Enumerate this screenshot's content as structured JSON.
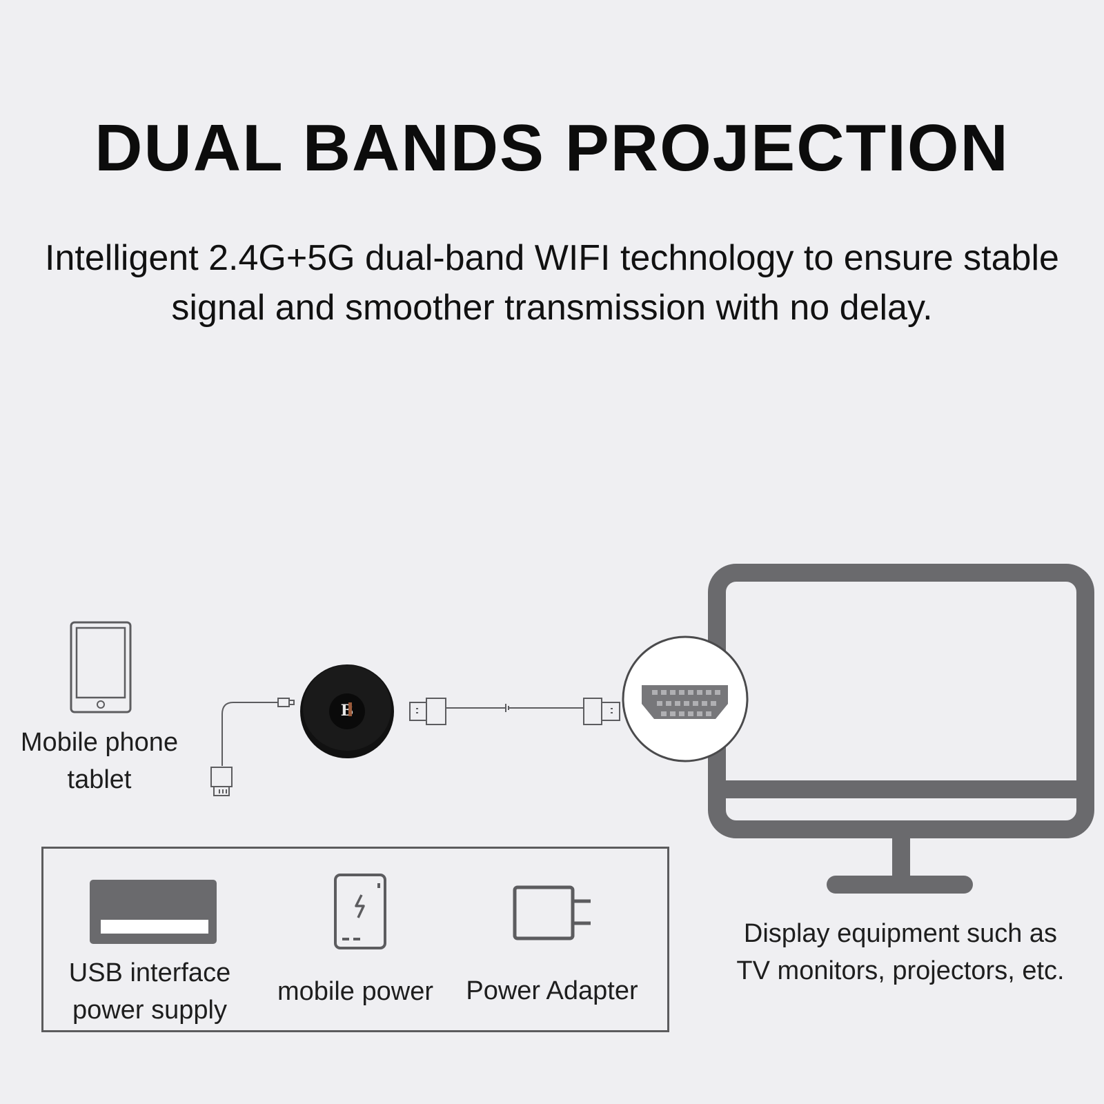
{
  "headline": "DUAL BANDS PROJECTION",
  "subtitle_line1": "Intelligent 2.4G+5G dual-band WIFI technology to ensure stable",
  "subtitle_line2": "signal and smoother transmission with no delay.",
  "device_label_line1": "Mobile phone",
  "device_label_line2": "tablet",
  "display_label_line1": "Display equipment such as",
  "display_label_line2": "TV monitors, projectors, etc.",
  "power_options": {
    "usb_line1": "USB interface",
    "usb_line2": "power supply",
    "mobile_power": "mobile power",
    "adapter": "Power Adapter"
  },
  "colors": {
    "background": "#efeff2",
    "icon_gray": "#6a6a6d",
    "dongle_black": "#121212",
    "logo_accent": "#9a5a3a"
  },
  "icons": [
    "tablet-icon",
    "usb-cable-icon",
    "dongle-icon",
    "hdmi-cable-icon",
    "hdmi-port-icon",
    "monitor-icon",
    "usb-port-icon",
    "power-bank-icon",
    "power-adapter-icon"
  ]
}
